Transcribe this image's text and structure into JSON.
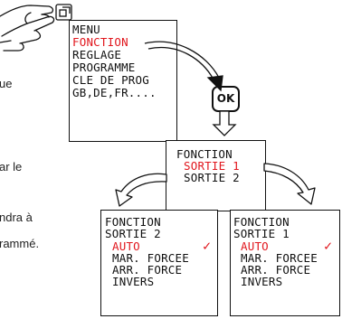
{
  "menu_screen": {
    "lines": [
      "MENU",
      "FONCTION",
      "REGLAGE",
      "PROGRAMME",
      "CLE DE PROG",
      "GB,DE,FR...."
    ],
    "highlight_index": 1
  },
  "ok_button": {
    "label": "OK"
  },
  "fonction_screen": {
    "lines": [
      "FONCTION",
      "SORTIE 1",
      "SORTIE 2"
    ],
    "highlight_index": 1
  },
  "left_screen": {
    "lines": [
      "FONCTION",
      "SORTIE 2",
      "AUTO",
      "MAR. FORCEE",
      "ARR. FORCE",
      "INVERS"
    ],
    "highlight_index": 2,
    "check": "✓"
  },
  "right_screen": {
    "lines": [
      "FONCTION",
      "SORTIE 1",
      "AUTO",
      "MAR. FORCEE",
      "ARR. FORCE",
      "INVERS"
    ],
    "highlight_index": 2,
    "check": "✓"
  },
  "side_text": {
    "frag1": "ue",
    "frag2": "ar le",
    "frag3": "ndra à",
    "frag4": "rammé."
  },
  "colors": {
    "highlight": "#e1171e",
    "ink": "#111111"
  }
}
